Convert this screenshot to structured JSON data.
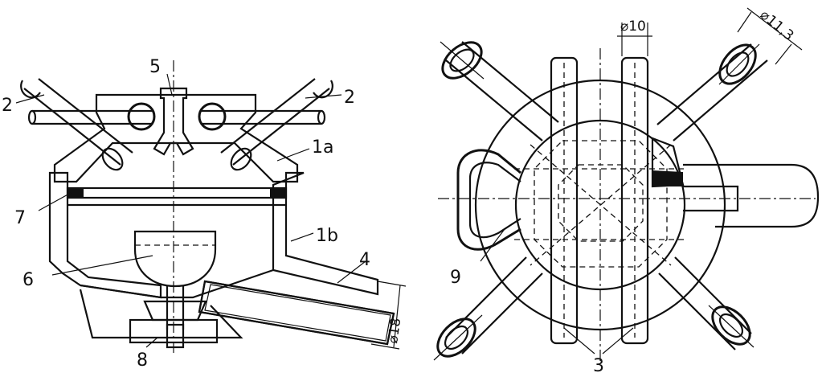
{
  "labels": {
    "left": {
      "l5": "5",
      "l2a": "2",
      "l2b": "2",
      "l1a": "1a",
      "l7": "7",
      "l1b": "1b",
      "l4": "4",
      "l6": "6",
      "l8": "8",
      "l18": "⌀18"
    },
    "right": {
      "l10": "⌀10",
      "l113": "⌀11,3",
      "l9": "9",
      "l3": "3"
    }
  },
  "colors": {
    "ink": "#111111",
    "paper": "#ffffff"
  }
}
